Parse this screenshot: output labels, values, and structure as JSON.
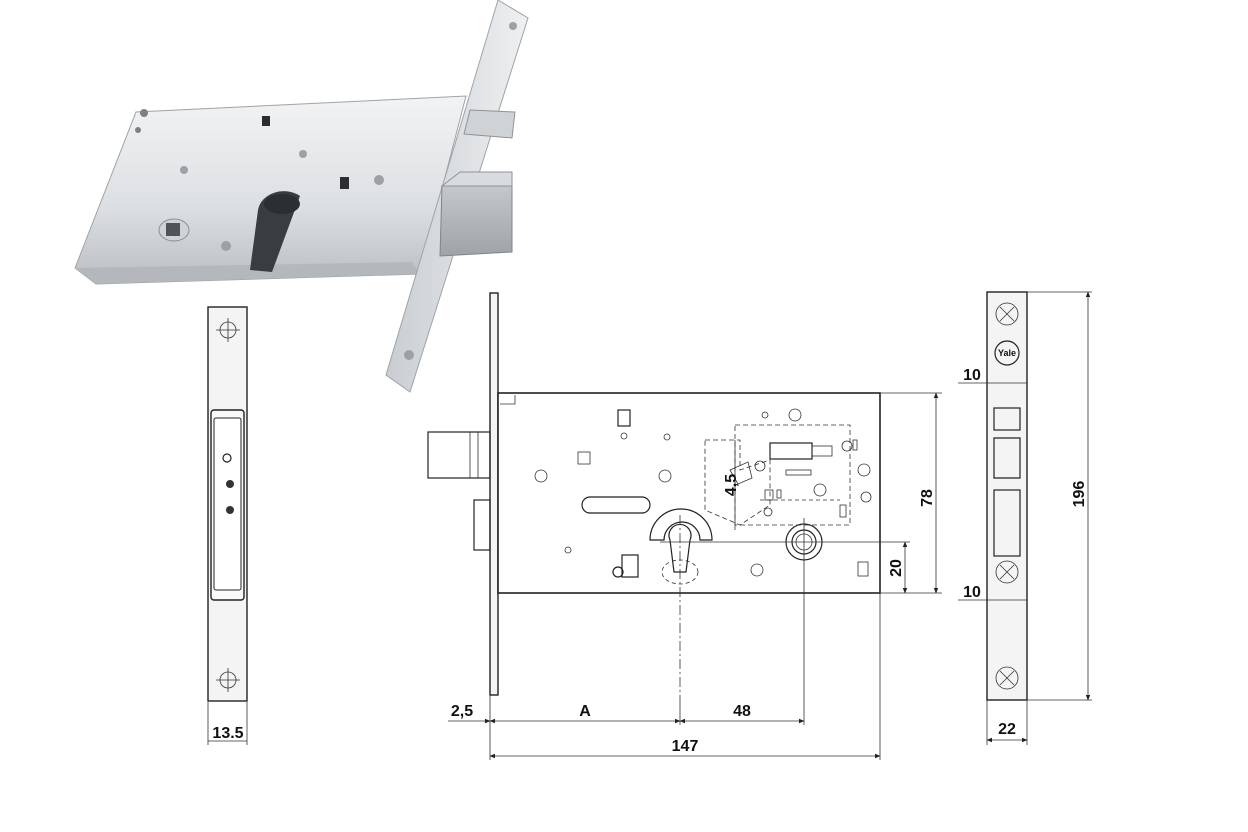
{
  "dimensions": {
    "front_width": "13.5",
    "backset_offset": "2,5",
    "backset": "A",
    "center_distance": "48",
    "case_width": "147",
    "small_offset": "4,5",
    "case_height": "78",
    "cylinder_offset": "20",
    "strike_top": "10",
    "strike_bottom": "10",
    "strike_height": "196",
    "strike_width": "22"
  },
  "brand_mark": "Yale",
  "colors": {
    "line": "#222222",
    "metal_light": "#e6e8ea",
    "metal_dark": "#b8bcc0",
    "paper": "#ffffff"
  }
}
